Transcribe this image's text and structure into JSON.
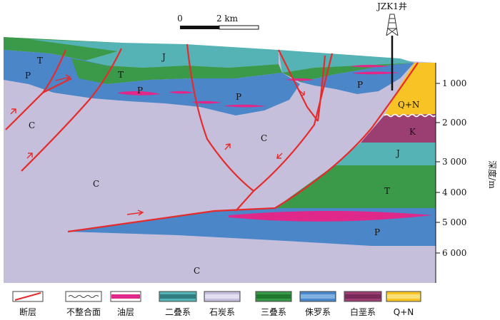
{
  "well": {
    "name": "JZK1井"
  },
  "scale": {
    "start": "0",
    "mid": "2 km"
  },
  "depth_axis": {
    "title": "深度/m",
    "ticks": [
      "1 000",
      "2 000",
      "3 000",
      "4 000",
      "5 000",
      "6 000"
    ]
  },
  "units": {
    "T": "T",
    "J": "J",
    "P": "P",
    "C": "C",
    "K": "K",
    "QN": "Q+N"
  },
  "legend": [
    {
      "key": "fault",
      "label": "断层"
    },
    {
      "key": "unconformity",
      "label": "不整合面"
    },
    {
      "key": "oil",
      "label": "油层"
    },
    {
      "key": "permian",
      "label": "二叠系"
    },
    {
      "key": "carboniferous",
      "label": "石炭系"
    },
    {
      "key": "triassic",
      "label": "三叠系"
    },
    {
      "key": "jurassic",
      "label": "侏罗系"
    },
    {
      "key": "cretaceous",
      "label": "白垩系"
    },
    {
      "key": "qn",
      "label": "Q+N"
    }
  ],
  "colors": {
    "carboniferous": "#c6bfdc",
    "permian": "#4a86c8",
    "triassic": "#3a9a4a",
    "jurassic": "#55b3b5",
    "cretaceous": "#9b3f73",
    "qn": "#f7c325",
    "oil": "#e0288a",
    "fault": "#e52b2b"
  }
}
